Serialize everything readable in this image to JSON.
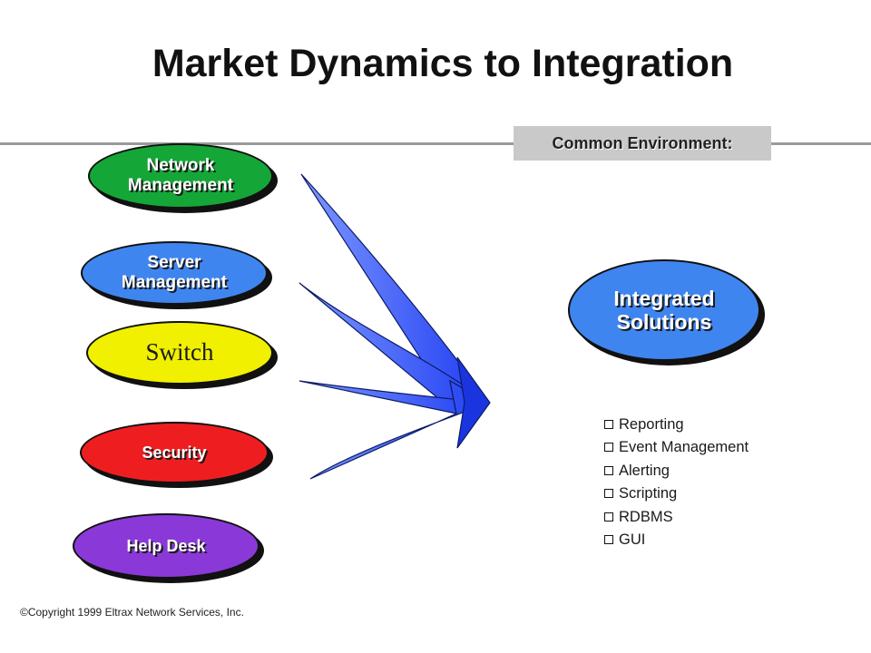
{
  "title": "Market Dynamics to Integration",
  "common_environment_label": "Common Environment:",
  "sources": [
    {
      "label": "Network Management",
      "line1": "Network",
      "line2": "Management",
      "color": "#15a638"
    },
    {
      "label": "Server Management",
      "line1": "Server",
      "line2": "Management",
      "color": "#3f85f0"
    },
    {
      "label": "Switch",
      "color": "#f0f000"
    },
    {
      "label": "Security",
      "color": "#ee1e20"
    },
    {
      "label": "Help Desk",
      "color": "#8a39d8"
    }
  ],
  "target": {
    "line1": "Integrated",
    "line2": "Solutions",
    "color": "#3f85f0"
  },
  "features": [
    "Reporting",
    "Event Management",
    "Alerting",
    "Scripting",
    "RDBMS",
    "GUI"
  ],
  "arrow_color": "#3d6cf0",
  "copyright": "©Copyright 1999 Eltrax Network Services, Inc."
}
